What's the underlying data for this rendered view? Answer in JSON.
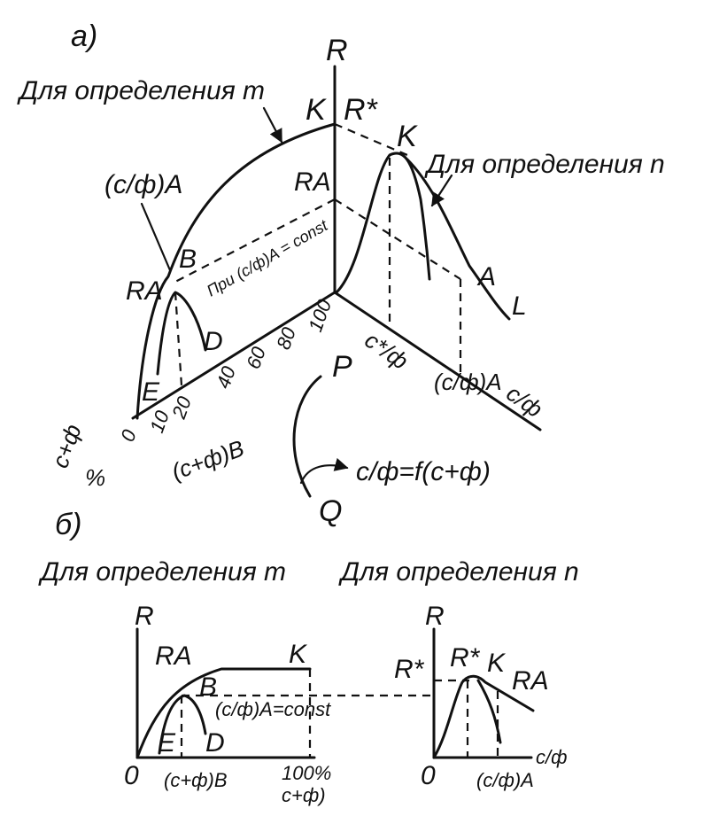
{
  "part_a": {
    "panel_label": "а)",
    "axis_R": "R",
    "top_left_caption": "Для определения m",
    "label_K_left": "K",
    "label_Rstar": "R*",
    "label_K_right": "K",
    "right_caption": "Для определения n",
    "label_RA_axis": "RA",
    "label_cf_A": "(c/ф)A",
    "label_B": "B",
    "label_RA_left": "RA",
    "label_D": "D",
    "label_E": "E",
    "const_note": "При (c/ф)A = const",
    "label_A": "A",
    "label_L": "L",
    "label_cstar_f": "c*/ф",
    "label_cf_A_axis": "(c/ф)A",
    "axis_cf": "c/ф",
    "axis_cplusf": "c+ф",
    "axis_percent": "%",
    "ticks": [
      "0",
      "10",
      "20",
      "40",
      "60",
      "80",
      "100"
    ],
    "label_cplusf_B": "(c+ф)B",
    "label_P": "P",
    "label_Q": "Q",
    "formula": "c/ф=f(c+ф)"
  },
  "part_b": {
    "panel_label": "б)",
    "caption_m": "Для определения m",
    "caption_n": "Для определения n",
    "left": {
      "axis_R": "R",
      "label_RA": "RA",
      "label_K": "K",
      "label_B": "B",
      "label_const": "(c/ф)A=const",
      "label_E": "E",
      "label_D": "D",
      "origin": "0",
      "x_tick_B": "(c+ф)B",
      "x_tick_100": "100%",
      "x_label": "c+ф)"
    },
    "right": {
      "axis_R": "R",
      "label_Rstar_axis": "R*",
      "label_Rstar_peak": "R*",
      "label_K": "K",
      "label_RA": "RA",
      "origin": "0",
      "x_tick": "(c/ф)A",
      "x_label": "c/ф"
    }
  }
}
